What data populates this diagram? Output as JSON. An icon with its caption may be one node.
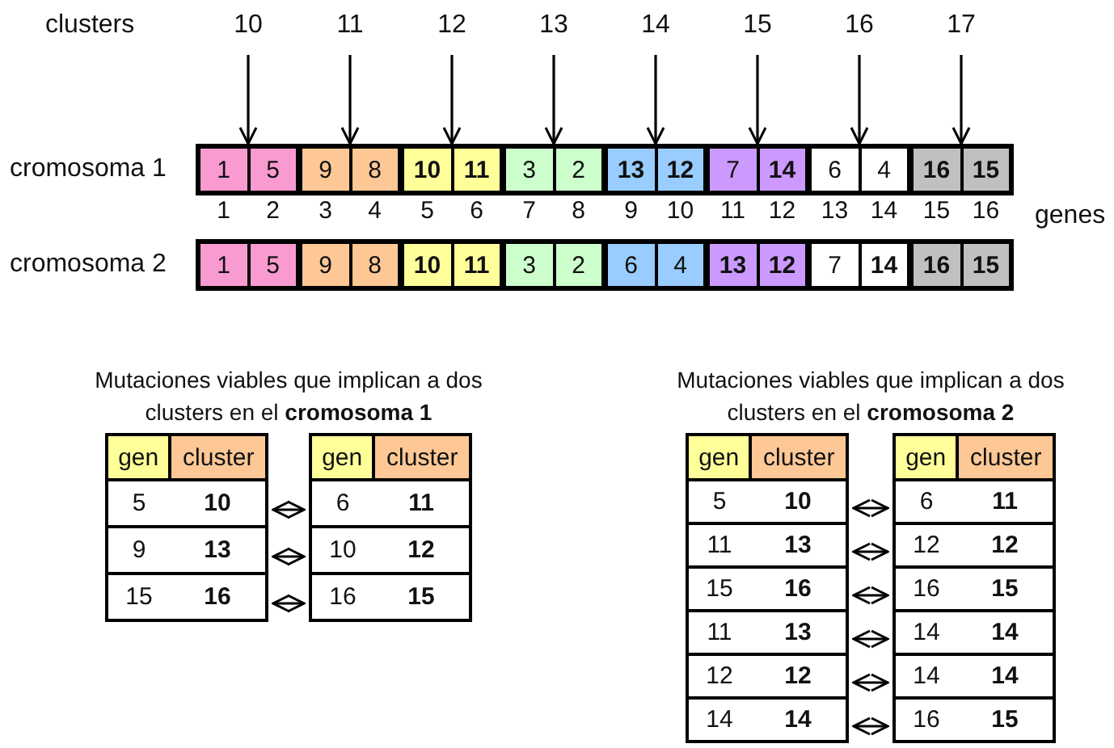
{
  "diagram": {
    "nodes": [
      {
        "text": [
          "10"
        ]
      },
      {
        "text": [
          "11"
        ]
      },
      {
        "text": [
          "12"
        ]
      },
      {
        "text": [
          "13"
        ]
      },
      {
        "text": [
          "14"
        ]
      },
      {
        "text": [
          "15"
        ]
      },
      {
        "text": [
          "16"
        ]
      },
      {
        "text": [
          "17"
        ]
      },
      {
        "text": [
          "cromosoma 1"
        ]
      },
      {
        "text": [
          "1"
        ],
        "in": 8
      },
      {
        "text": [
          "5"
        ],
        "in": 8
      },
      {
        "text": [
          "9"
        ],
        "in": 8
      },
      {
        "text": [
          "8"
        ],
        "in": 8
      },
      {
        "text": [
          "10"
        ],
        "in": 8
      },
      {
        "text": [
          "11"
        ],
        "in": 8
      },
      {
        "text": [
          "3"
        ],
        "in": 8
      },
      {
        "text": [
          "2"
        ],
        "in": 8
      },
      {
        "text": [
          "13"
        ],
        "in": 8
      },
      {
        "text": [
          "12"
        ],
        "in": 8
      },
      {
        "text": [
          "7"
        ],
        "in": 8
      },
      {
        "text": [
          "14"
        ],
        "in": 8
      },
      {
        "text": [
          "6"
        ],
        "in": 8
      },
      {
        "text": [
          "4"
        ],
        "in": 8
      },
      {
        "text": [
          "16"
        ],
        "in": 8
      },
      {
        "text": [
          "15"
        ],
        "in": 8
      },
      {
        "text": [
          "cromosoma 2"
        ]
      },
      {
        "text": [
          "1"
        ],
        "in": 25
      },
      {
        "text": [
          "5"
        ],
        "in": 25
      },
      {
        "text": [
          "9"
        ],
        "in": 25
      },
      {
        "text": [
          "8"
        ],
        "in": 25
      },
      {
        "text": [
          "10"
        ],
        "in": 25
      },
      {
        "text": [
          "11"
        ],
        "in": 25
      },
      {
        "text": [
          "3"
        ],
        "in": 25
      },
      {
        "text": [
          "2"
        ],
        "in": 25
      },
      {
        "text": [
          "6"
        ],
        "in": 25
      },
      {
        "text": [
          "4"
        ],
        "in": 25
      },
      {
        "text": [
          "13"
        ],
        "in": 25
      },
      {
        "text": [
          "12"
        ],
        "in": 25
      },
      {
        "text": [
          "7"
        ],
        "in": 25
      },
      {
        "text": [
          "14"
        ],
        "in": 25
      },
      {
        "text": [
          "16"
        ],
        "in": 25
      },
      {
        "text": [
          "15"
        ],
        "in": 25
      },
      {
        "text": [
          "5",
          "10"
        ]
      },
      {
        "text": [
          "6",
          "11"
        ]
      },
      {
        "text": [
          "9",
          "13"
        ]
      },
      {
        "text": [
          "10",
          "12"
        ]
      },
      {
        "text": [
          "15",
          "16"
        ]
      },
      {
        "text": [
          "16",
          "15"
        ]
      },
      {
        "text": [
          "5",
          "10"
        ]
      },
      {
        "text": [
          "6",
          "11"
        ]
      },
      {
        "text": [
          "11",
          "13"
        ]
      },
      {
        "text": [
          "12",
          "12"
        ]
      },
      {
        "text": [
          "15",
          "16"
        ]
      },
      {
        "text": [
          "16",
          "15"
        ]
      },
      {
        "text": [
          "11",
          "13"
        ]
      },
      {
        "text": [
          "14",
          "14"
        ]
      },
      {
        "text": [
          "12",
          "12"
        ]
      },
      {
        "text": [
          "14",
          "14"
        ]
      },
      {
        "text": [
          "14",
          "14"
        ]
      },
      {
        "text": [
          "16",
          "15"
        ]
      }
    ],
    "edges": [
      {
        "from": 0,
        "to": 8,
        "arrow": "to"
      },
      {
        "from": 1,
        "to": 8,
        "arrow": "to"
      },
      {
        "from": 2,
        "to": 8,
        "arrow": "to"
      },
      {
        "from": 3,
        "to": 8,
        "arrow": "to"
      },
      {
        "from": 4,
        "to": 8,
        "arrow": "to"
      },
      {
        "from": 5,
        "to": 8,
        "arrow": "to"
      },
      {
        "from": 6,
        "to": 8,
        "arrow": "to"
      },
      {
        "from": 7,
        "to": 8,
        "arrow": "to"
      },
      {
        "from": 42,
        "to": 43,
        "arrow": "both"
      },
      {
        "from": 44,
        "to": 45,
        "arrow": "both"
      },
      {
        "from": 46,
        "to": 47,
        "arrow": "both"
      },
      {
        "from": 48,
        "to": 49,
        "arrow": "both"
      },
      {
        "from": 50,
        "to": 51,
        "arrow": "both"
      },
      {
        "from": 52,
        "to": 53,
        "arrow": "both"
      },
      {
        "from": 54,
        "to": 55,
        "arrow": "both"
      },
      {
        "from": 56,
        "to": 57,
        "arrow": "both"
      },
      {
        "from": 58,
        "to": 59,
        "arrow": "both"
      }
    ],
    "labels": [
      "clusters",
      "1",
      "2",
      "3",
      "4",
      "5",
      "6",
      "7",
      "8",
      "9",
      "10",
      "11",
      "12",
      "13",
      "14",
      "15",
      "16",
      "genes",
      "Mutaciones viables que implican a dos clusters en el **cromosoma 1**",
      "Mutaciones viables que implican a dos clusters en el **cromosoma 2**",
      "gen",
      "cluster",
      "gen",
      "cluster",
      "gen",
      "cluster",
      "gen",
      "cluster"
    ]
  }
}
